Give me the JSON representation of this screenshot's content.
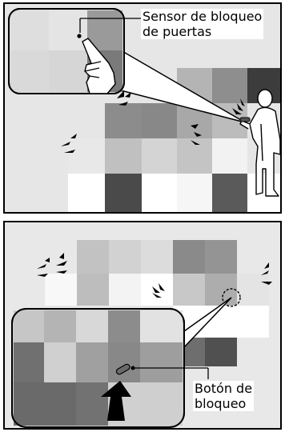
{
  "panels": {
    "top": {
      "callout_line1": "Sensor de bloqueo",
      "callout_line2": "de puertas"
    },
    "bottom": {
      "callout_line1": "Botón de",
      "callout_line2": "bloqueo"
    }
  },
  "icons": {
    "top": [
      "door-sensor-inset",
      "hand-icon",
      "person-icon",
      "door-handle-icon",
      "signal-flash-icon"
    ],
    "bottom": [
      "lock-button-inset",
      "arrow-up-icon",
      "signal-flash-icon"
    ]
  },
  "colors": {
    "border": "#000000",
    "background": "#ffffff"
  }
}
